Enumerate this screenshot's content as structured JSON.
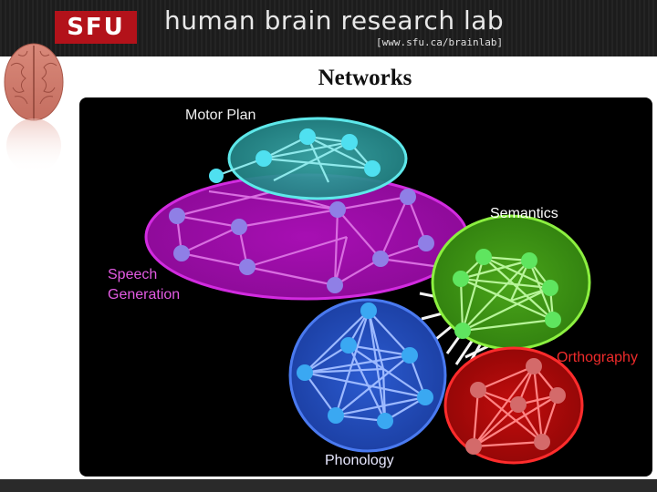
{
  "header": {
    "logo_text": "SFU",
    "lab_name": "human brain research lab",
    "lab_url": "[www.sfu.ca/brainlab]"
  },
  "slide": {
    "title": "Networks"
  },
  "network": {
    "labels": {
      "motor_plan": "Motor Plan",
      "semantics": "Semantics",
      "speech_generation": "Speech Generation",
      "orthography": "Orthography",
      "phonology": "Phonology"
    },
    "colors": {
      "motor_plan": "#3cbfc0",
      "speech_generation": "#b614c2",
      "semantics": "#58c41e",
      "phonology": "#2f5fd8",
      "orthography": "#c50d0d"
    }
  }
}
